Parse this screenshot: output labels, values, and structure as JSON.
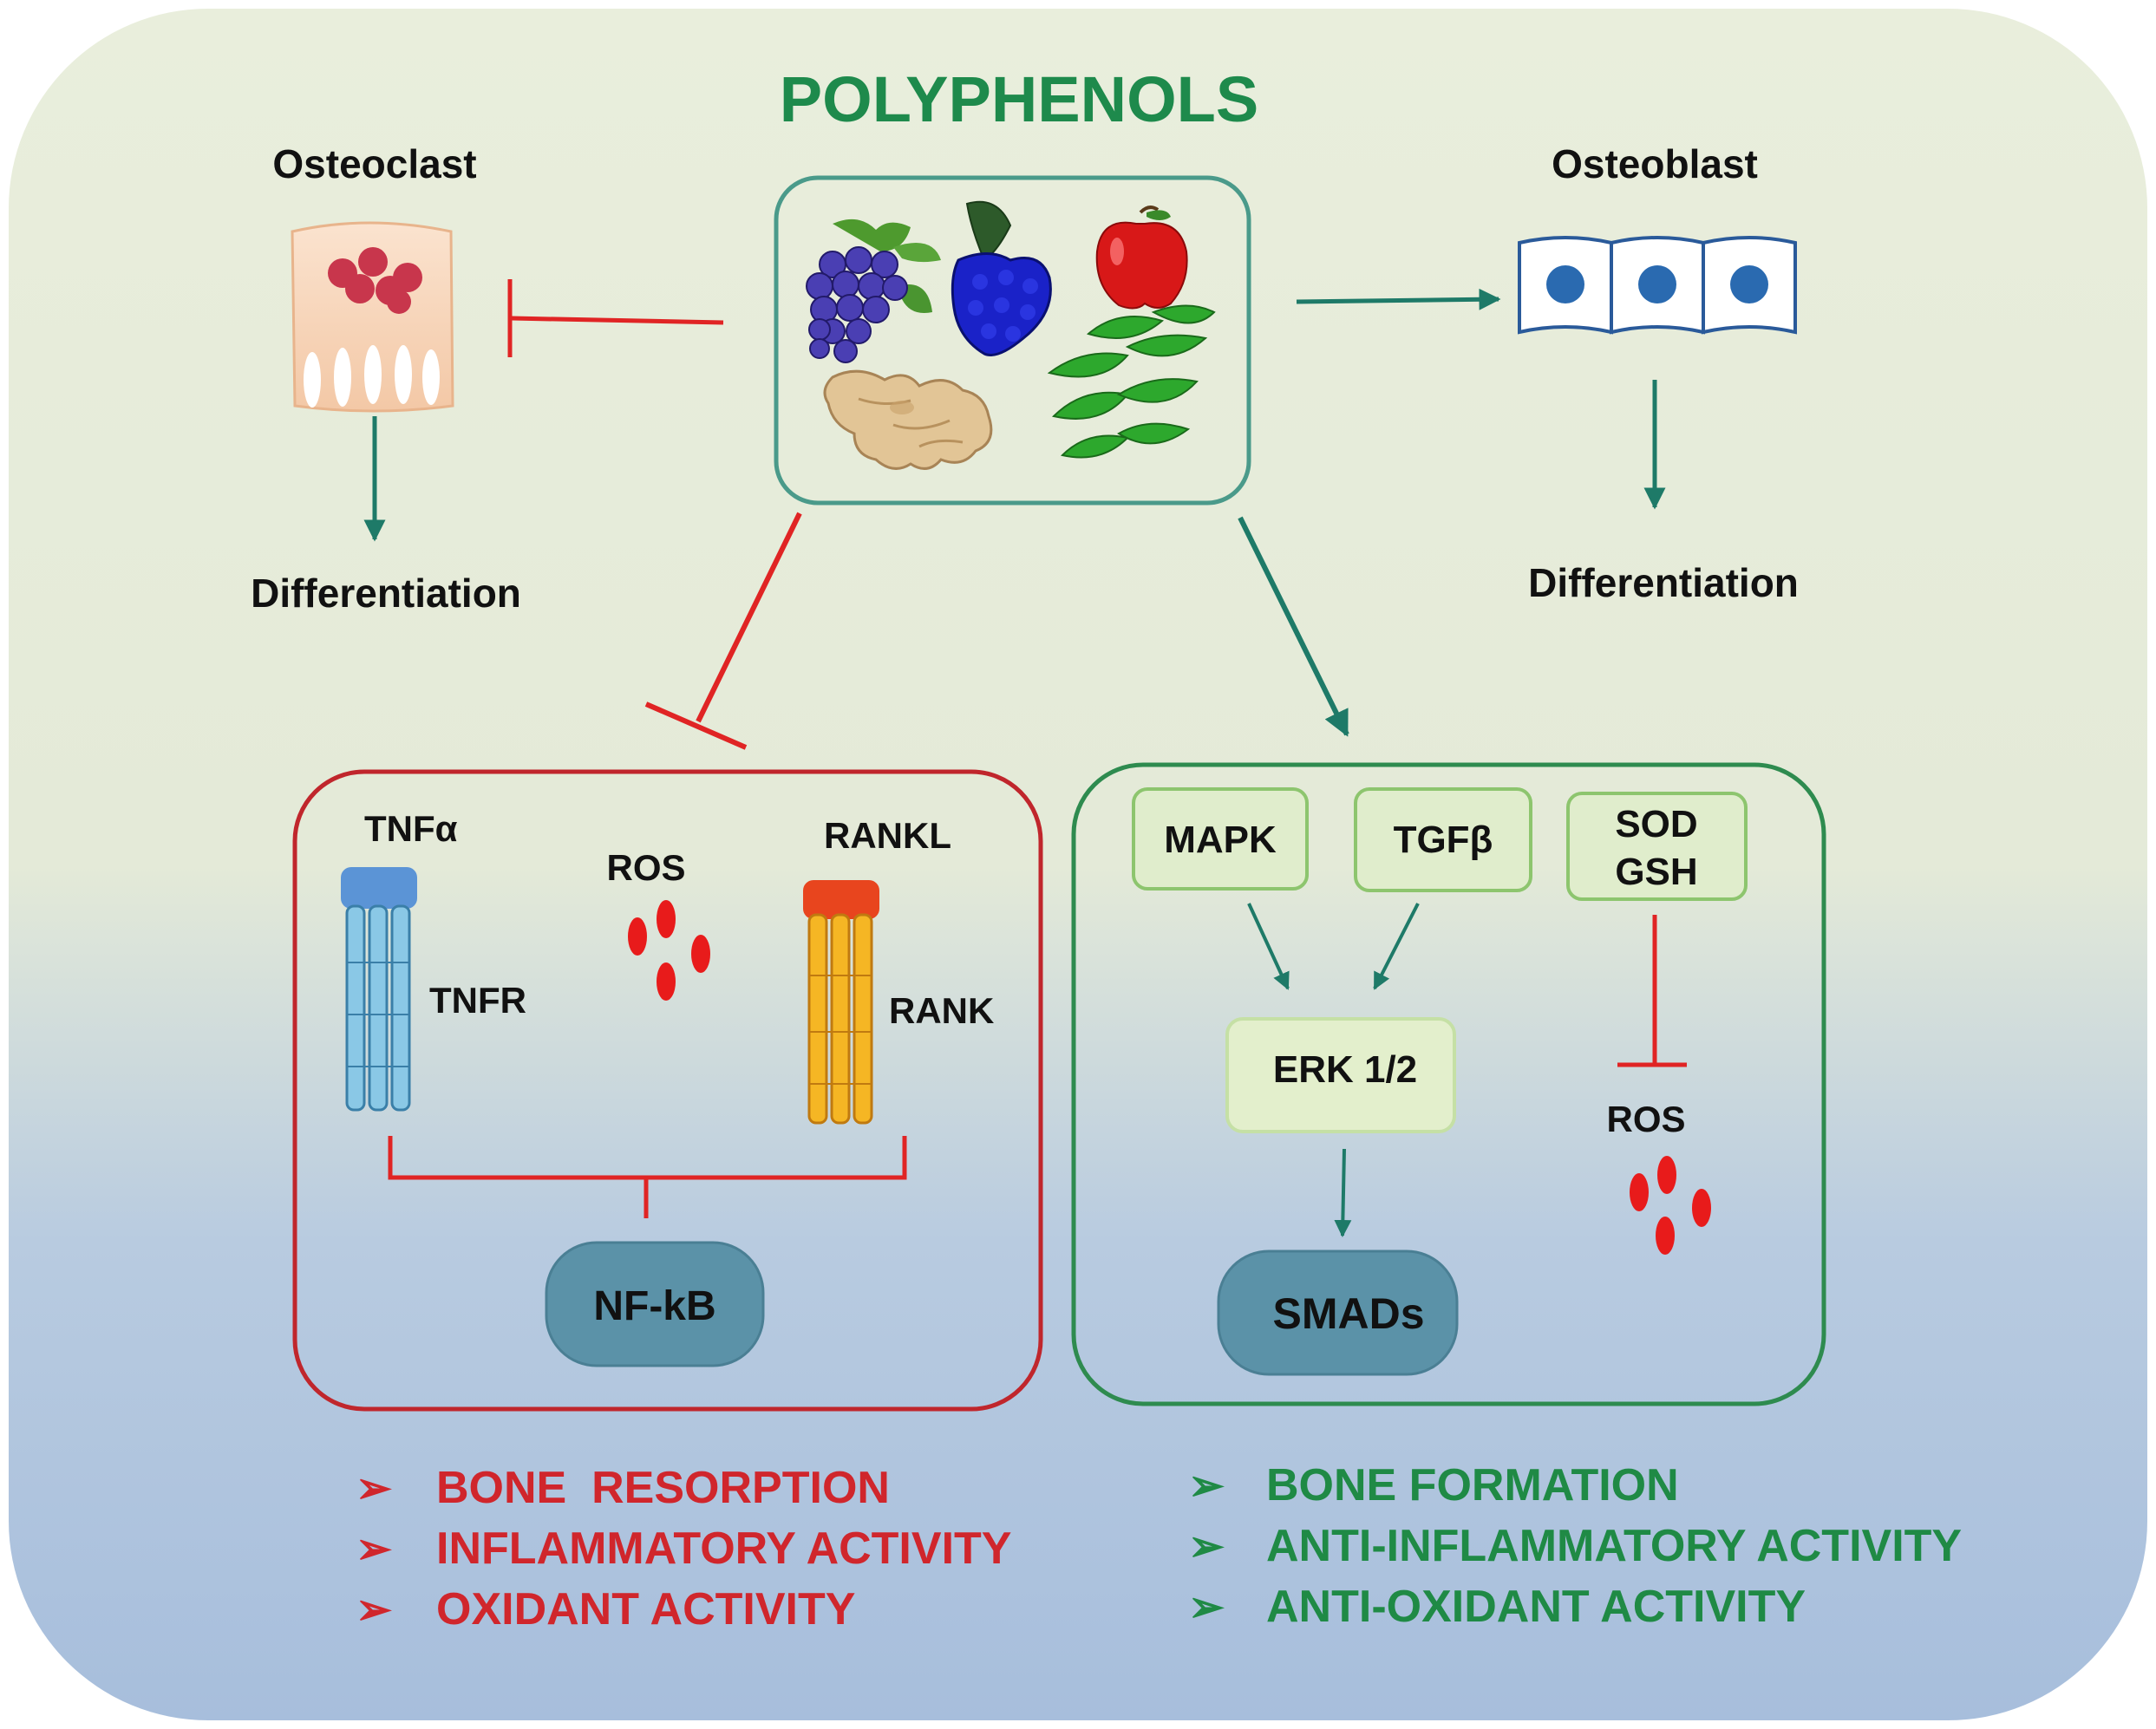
{
  "title": "POLYPHENOLS",
  "osteoclast": {
    "label": "Osteoclast",
    "differentiation": "Differentiation"
  },
  "osteoblast": {
    "label": "Osteoblast",
    "differentiation": "Differentiation"
  },
  "food_icons": [
    "grapes-icon",
    "blackberry-icon",
    "apple-icon",
    "ginger-icon",
    "green-leaves-icon"
  ],
  "left_box": {
    "tnf_alpha": "TNFα",
    "tnfr": "TNFR",
    "ros": "ROS",
    "rankl": "RANKL",
    "rank": "RANK",
    "nfkb": "NF-kB"
  },
  "right_box": {
    "mapk": "MAPK",
    "tgf_beta": "TGFβ",
    "sod": "SOD",
    "gsh": "GSH",
    "erk": "ERK 1/2",
    "ros": "ROS",
    "smads": "SMADs"
  },
  "left_effects": [
    "BONE  RESORPTION",
    "INFLAMMATORY ACTIVITY",
    "OXIDANT ACTIVITY"
  ],
  "right_effects": [
    "BONE FORMATION",
    "ANTI-INFLAMMATORY ACTIVITY",
    "ANTI-OXIDANT ACTIVITY"
  ],
  "colors": {
    "title": "#1e8a4c",
    "inhibit": "#e02424",
    "activate": "#1e7a68",
    "left_box_border": "#c0262c",
    "right_box_border": "#2e8b4f",
    "effect_red": "#d0262c",
    "effect_green": "#1f8a45",
    "bg_top": "#e9eedc",
    "bg_bottom": "#a9c1de"
  }
}
